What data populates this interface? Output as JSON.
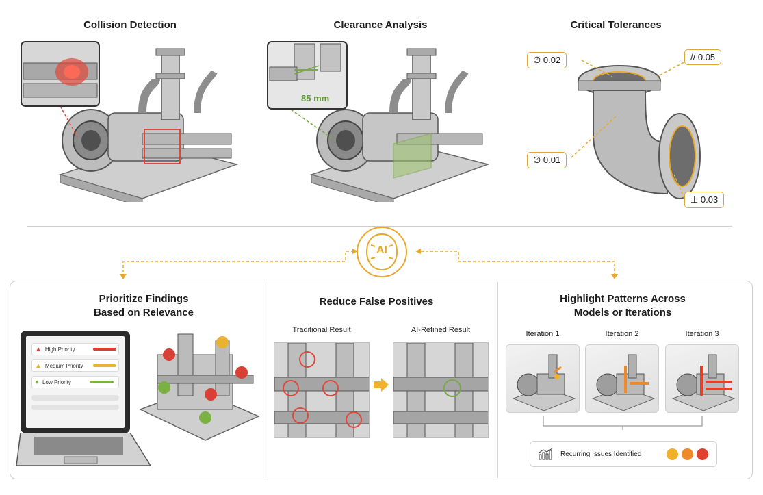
{
  "top": {
    "collision": {
      "title": "Collision Detection"
    },
    "clearance": {
      "title": "Clearance Analysis",
      "measurement": "85 mm"
    },
    "tolerances": {
      "title": "Critical Tolerances",
      "labels": {
        "diameter_top": "∅ 0.02",
        "parallel": "// 0.05",
        "diameter_mid": "∅ 0.01",
        "perpendicular": "⊥ 0.03"
      }
    }
  },
  "hub": {
    "label": "AI"
  },
  "bottom": {
    "prioritize": {
      "title_line1": "Prioritize Findings",
      "title_line2": "Based on Relevance",
      "items": [
        {
          "label": "High Priority",
          "color": "#d94035"
        },
        {
          "label": "Medium Priority",
          "color": "#e9b233"
        },
        {
          "label": "Low Priority",
          "color": "#7bb042"
        }
      ]
    },
    "false_positives": {
      "title": "Reduce False Positives",
      "traditional_label": "Traditional Result",
      "refined_label": "AI-Refined Result"
    },
    "patterns": {
      "title_line1": "Highlight Patterns Across",
      "title_line2": "Models or Iterations",
      "iterations": [
        "Iteration 1",
        "Iteration 2",
        "Iteration 3"
      ],
      "recurring_label": "Recurring Issues Identified",
      "dot_colors": [
        "#f2b12b",
        "#ef8a2a",
        "#e2412d"
      ]
    }
  },
  "colors": {
    "accent": "#e8a82a",
    "red": "#e0473a",
    "green": "#7aa84a"
  }
}
